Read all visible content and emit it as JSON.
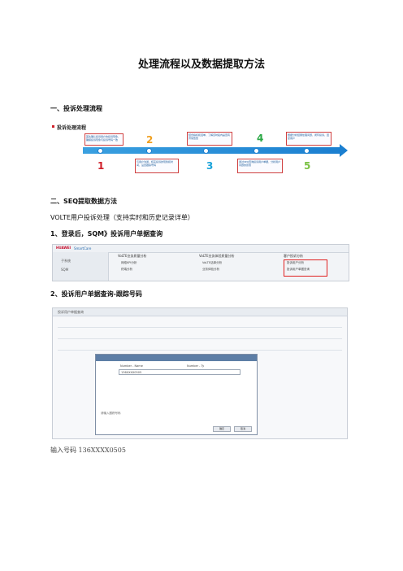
{
  "title": "处理流程以及数据提取方法",
  "section1": {
    "heading": "一、投诉处理流程"
  },
  "flow": {
    "title": "投诉处理流程",
    "steps": [
      {
        "num": "1",
        "color": "#d0202a",
        "text": "与用户沟通，核实投诉的现象和时间，设置跟踪号码"
      },
      {
        "num": "2",
        "color": "#f0a020",
        "text": "首先确认投诉用户的投诉现象，确保投诉现象与投诉号码一致"
      },
      {
        "num": "3",
        "color": "#1aa3d9",
        "text": "通过SEQ查询投诉用户单据，分析用户问题的原因"
      },
      {
        "num": "4",
        "color": "#2aa845",
        "text": "结合指标和话单，了解该时段内是否有异常告警"
      },
      {
        "num": "5",
        "color": "#7ac143",
        "text": "根据分析结果处理问题，闭环投诉，回复用户"
      }
    ]
  },
  "section2": {
    "heading": "二、SEQ提取数据方法"
  },
  "volte": {
    "text": "VOLTE用户投诉处理（支持实时和历史记录详单）"
  },
  "step1": {
    "heading": "1、登录后，SQM》投诉用户单据查询"
  },
  "shot1": {
    "logo": "HUAWEI",
    "brand": "SmartCare",
    "menu": [
      "子系统",
      "SQM"
    ],
    "col1_head": "VoLTE业务质量分析",
    "col1": [
      "网络KPI分析",
      "终端分析"
    ],
    "col2_head": "VoLTE业务体验质量分析",
    "col2": [
      "VoLTE话单分析",
      "业务体验分析"
    ],
    "col3_head": "客户投诉分析",
    "col3": [
      "投诉用户分析",
      "投诉用户单据查询"
    ]
  },
  "step2": {
    "heading": "2、投诉用户单据查询-跟踪号码"
  },
  "shot2": {
    "tab": "投诉用户单据查询",
    "dialog_col1": "Number - Name",
    "dialog_col2": "Number - Ty",
    "dialog_row": "136XXXX0505",
    "dialog_note": "请输入跟踪号码",
    "ok": "确定",
    "cancel": "取消"
  },
  "input_caption": "输入号码 136XXXX0505"
}
